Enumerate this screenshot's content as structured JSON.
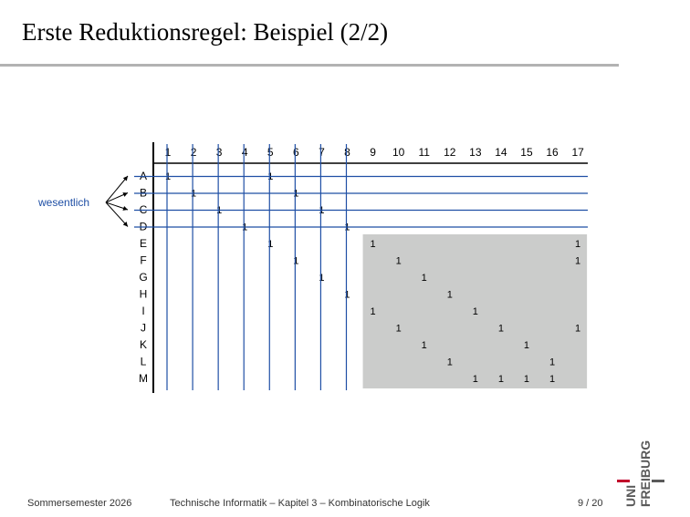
{
  "slide": {
    "title": "Erste Reduktionsregel: Beispiel (2/2)"
  },
  "matrix": {
    "columns": [
      "1",
      "2",
      "3",
      "4",
      "5",
      "6",
      "7",
      "8",
      "9",
      "10",
      "11",
      "12",
      "13",
      "14",
      "15",
      "16",
      "17"
    ],
    "rows": [
      "A",
      "B",
      "C",
      "D",
      "E",
      "F",
      "G",
      "H",
      "I",
      "J",
      "K",
      "L",
      "M"
    ],
    "cell_value": "1",
    "ones": [
      [
        "A",
        "1"
      ],
      [
        "A",
        "5"
      ],
      [
        "B",
        "2"
      ],
      [
        "B",
        "6"
      ],
      [
        "C",
        "3"
      ],
      [
        "C",
        "7"
      ],
      [
        "D",
        "4"
      ],
      [
        "D",
        "8"
      ],
      [
        "E",
        "5"
      ],
      [
        "E",
        "9"
      ],
      [
        "E",
        "17"
      ],
      [
        "F",
        "6"
      ],
      [
        "F",
        "10"
      ],
      [
        "F",
        "17"
      ],
      [
        "G",
        "7"
      ],
      [
        "G",
        "11"
      ],
      [
        "H",
        "8"
      ],
      [
        "H",
        "12"
      ],
      [
        "I",
        "9"
      ],
      [
        "I",
        "13"
      ],
      [
        "J",
        "10"
      ],
      [
        "J",
        "14"
      ],
      [
        "J",
        "17"
      ],
      [
        "K",
        "11"
      ],
      [
        "K",
        "15"
      ],
      [
        "L",
        "12"
      ],
      [
        "L",
        "16"
      ],
      [
        "M",
        "13"
      ],
      [
        "M",
        "14"
      ],
      [
        "M",
        "15"
      ],
      [
        "M",
        "16"
      ]
    ],
    "essential_rows": [
      "A",
      "B",
      "C",
      "D"
    ],
    "essential_columns": [
      "1",
      "2",
      "3",
      "4",
      "5",
      "6",
      "7",
      "8"
    ],
    "essential_label": "wesentlich",
    "reduced_rows": [
      "E",
      "F",
      "G",
      "H",
      "I",
      "J",
      "K",
      "L",
      "M"
    ],
    "reduced_columns": [
      "9",
      "10",
      "11",
      "12",
      "13",
      "14",
      "15",
      "16",
      "17"
    ],
    "colors": {
      "highlight_line": "#1f4fa5",
      "label_blue": "#1f4fa5",
      "shaded_block": "#cbcccb",
      "axis": "#000000"
    }
  },
  "footer": {
    "semester": "Sommersemester 2026",
    "course": "Technische Informatik –  Kapitel 3 – Kombinatorische Logik",
    "page": "9 / 20"
  },
  "logo": {
    "line1": "UNI",
    "line2": "FREIBURG",
    "accent_color": "#c1002a",
    "text_color": "#5a5a5a"
  }
}
